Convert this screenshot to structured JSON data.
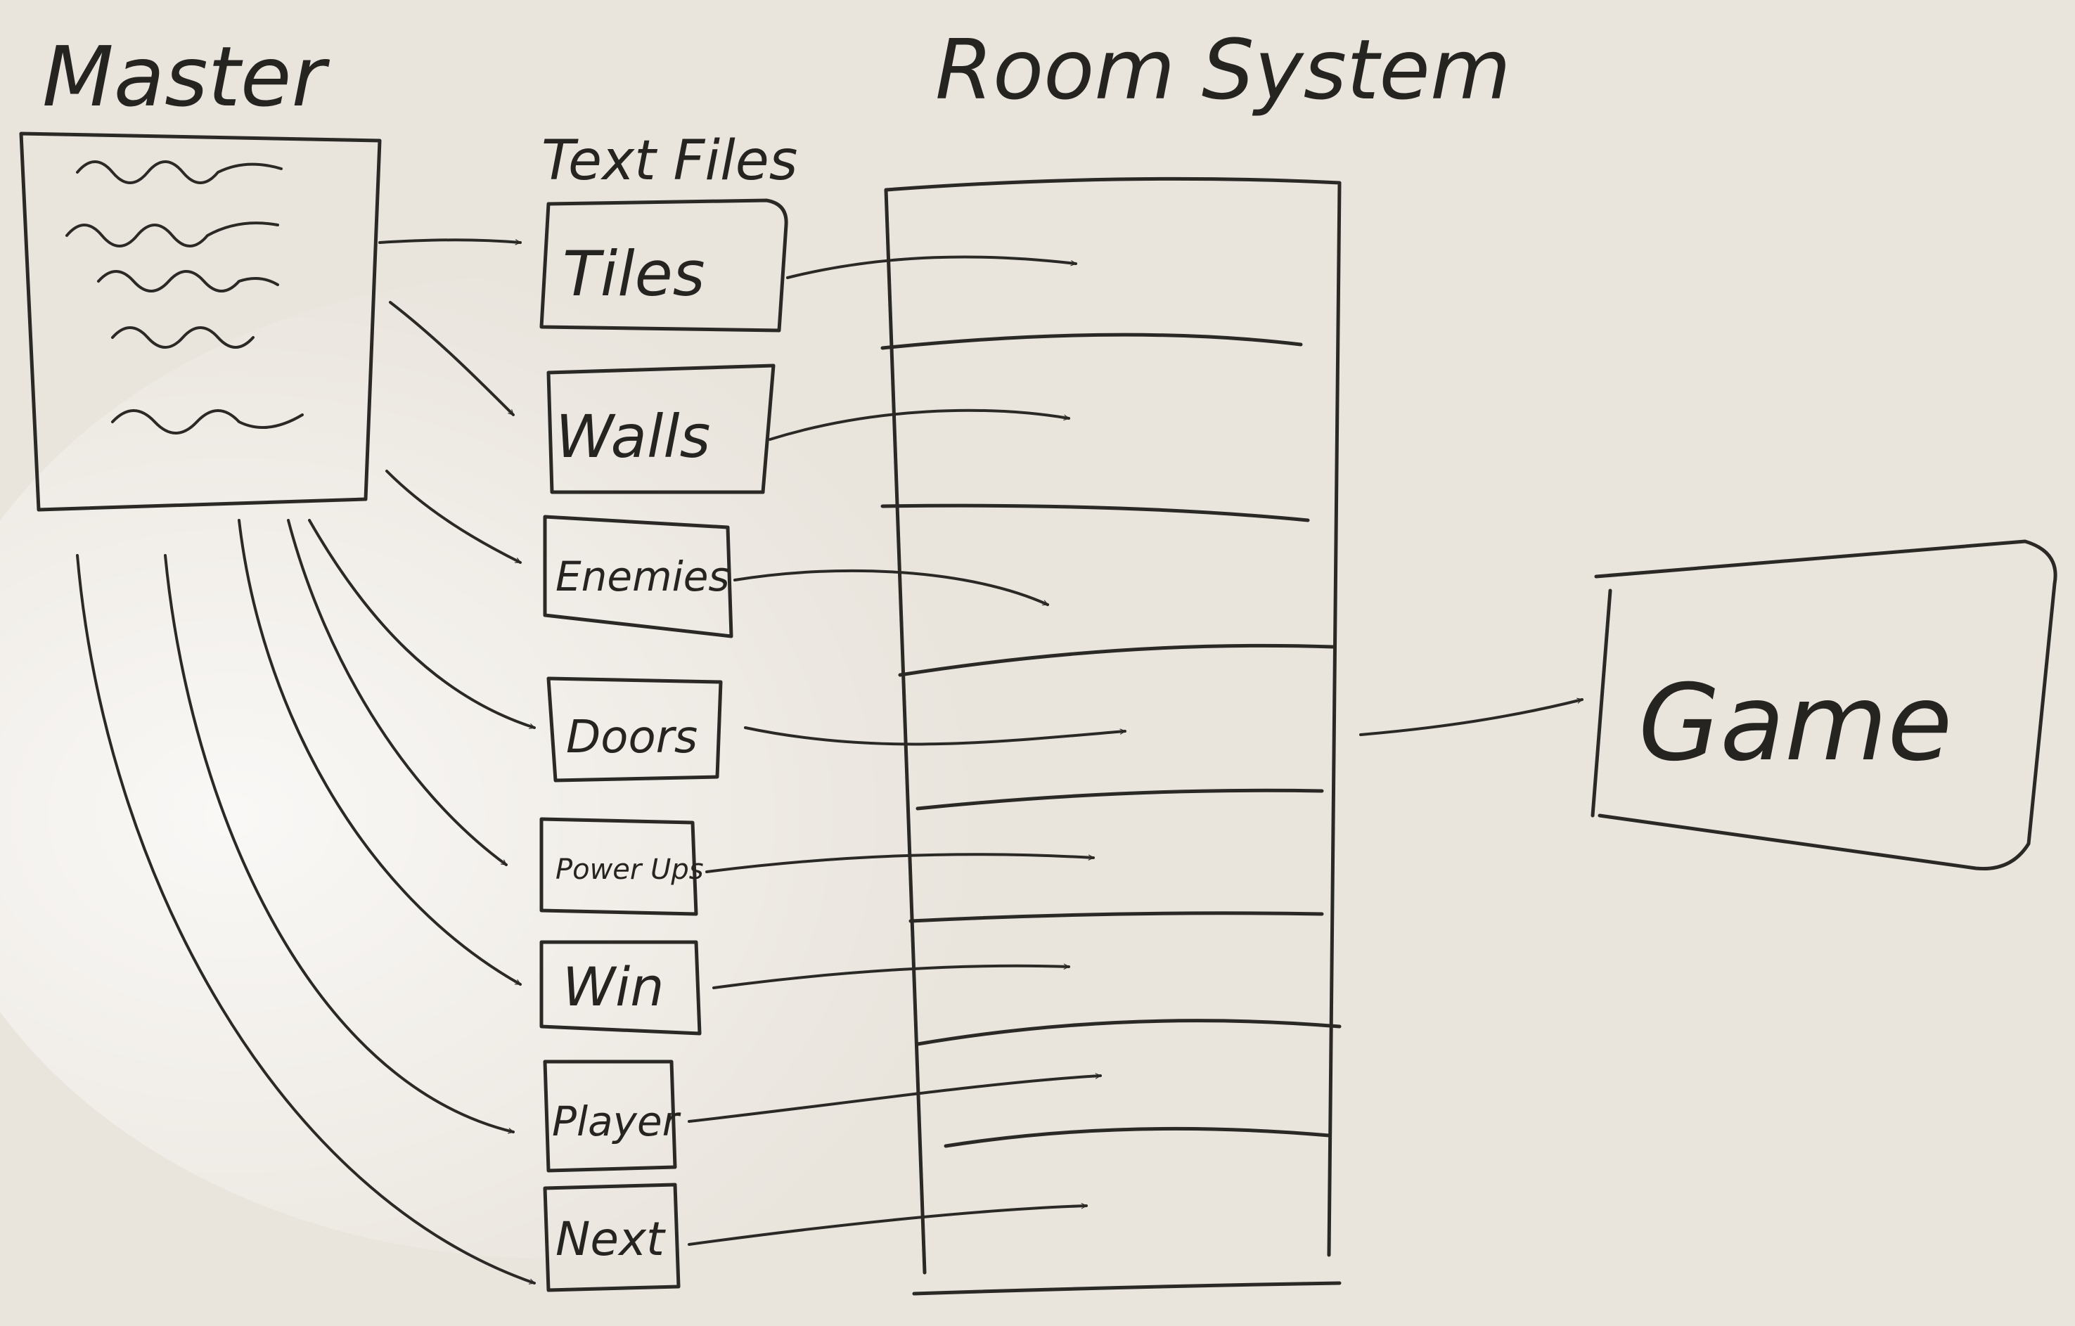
{
  "labels": {
    "master": "Master",
    "text_files": "Text Files",
    "room_system": "Room System",
    "game": "Game"
  },
  "text_files": [
    {
      "id": "tiles",
      "label": "Tiles"
    },
    {
      "id": "walls",
      "label": "Walls"
    },
    {
      "id": "enemies",
      "label": "Enemies"
    },
    {
      "id": "doors",
      "label": "Doors"
    },
    {
      "id": "power-ups",
      "label": "Power Ups"
    },
    {
      "id": "win",
      "label": "Win"
    },
    {
      "id": "player",
      "label": "Player"
    },
    {
      "id": "next",
      "label": "Next"
    }
  ],
  "colors": {
    "ink": "#2b2926",
    "board": "#e9e4dc"
  }
}
